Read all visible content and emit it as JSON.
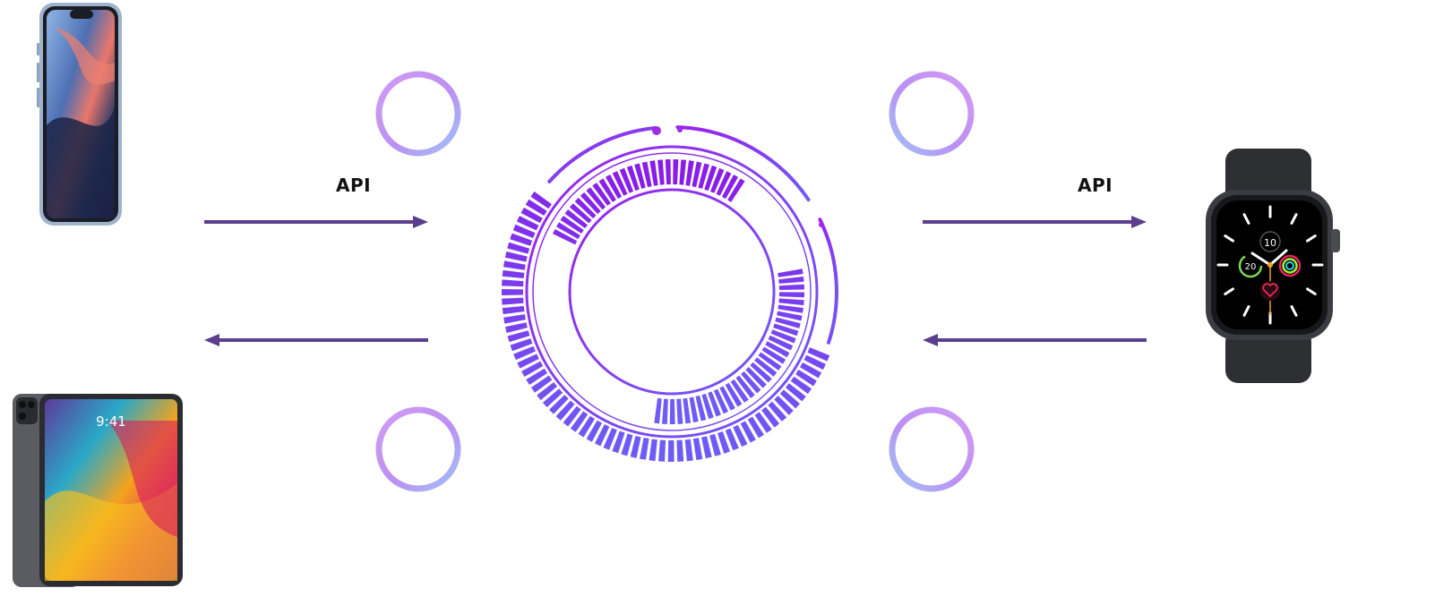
{
  "diagram": {
    "labels": {
      "api_left": "API",
      "api_right": "API"
    },
    "ipad_time": "9:41",
    "watch_face": {
      "date": "10",
      "complication": "20"
    },
    "colors": {
      "hub_dark": "#8A1CE8",
      "hub_light": "#6E5CF5",
      "arrow": "#5B3F8C",
      "ring_a": "#C07BF0",
      "ring_b": "#8FB0F5"
    },
    "icons": [
      "iphone-icon",
      "ipad-icon",
      "apple-watch-icon",
      "data-hub-icon",
      "loading-ring-icon"
    ]
  }
}
